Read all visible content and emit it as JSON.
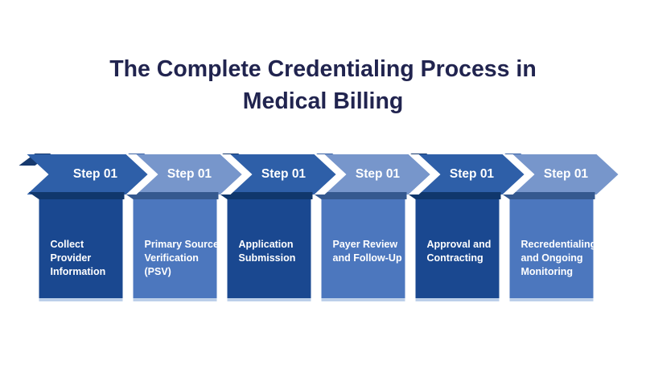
{
  "title": {
    "lines": [
      "The Complete Credentialing Process in",
      "Medical Billing"
    ],
    "color": "#21244F"
  },
  "steps": [
    {
      "badge": "Step 01",
      "label": "Collect Provider Information",
      "lines": [
        "Collect",
        "Provider",
        "Information"
      ],
      "theme": "dark"
    },
    {
      "badge": "Step 01",
      "label": "Primary Source Verification (PSV)",
      "lines": [
        "Primary Source",
        "Verification",
        "(PSV)"
      ],
      "theme": "light"
    },
    {
      "badge": "Step 01",
      "label": "Application Submission",
      "lines": [
        "Application",
        "Submission"
      ],
      "theme": "dark"
    },
    {
      "badge": "Step 01",
      "label": "Payer Review and Follow-Up",
      "lines": [
        "Payer Review",
        "and Follow-Up"
      ],
      "theme": "light"
    },
    {
      "badge": "Step 01",
      "label": "Approval and Contracting",
      "lines": [
        "Approval and",
        "Contracting"
      ],
      "theme": "dark"
    },
    {
      "badge": "Step 01",
      "label": "Recredentialing and Ongoing Monitoring",
      "lines": [
        "Recredentialing",
        "and Ongoing",
        "Monitoring"
      ],
      "theme": "light"
    }
  ],
  "themes": {
    "dark": {
      "banner": "#2E5FA8",
      "fold": "#16396E",
      "body": "#1A4890",
      "lip": "#10376C",
      "text": "#FFFFFF"
    },
    "light": {
      "banner": "#7796CB",
      "fold": "#3D65A6",
      "body": "#4C77BE",
      "lip": "#35598F",
      "text": "#FFFFFF"
    }
  },
  "bottom_edge_color": "#BCCFE9",
  "gap_color": "#FFFFFF",
  "background": "#FFFFFF"
}
